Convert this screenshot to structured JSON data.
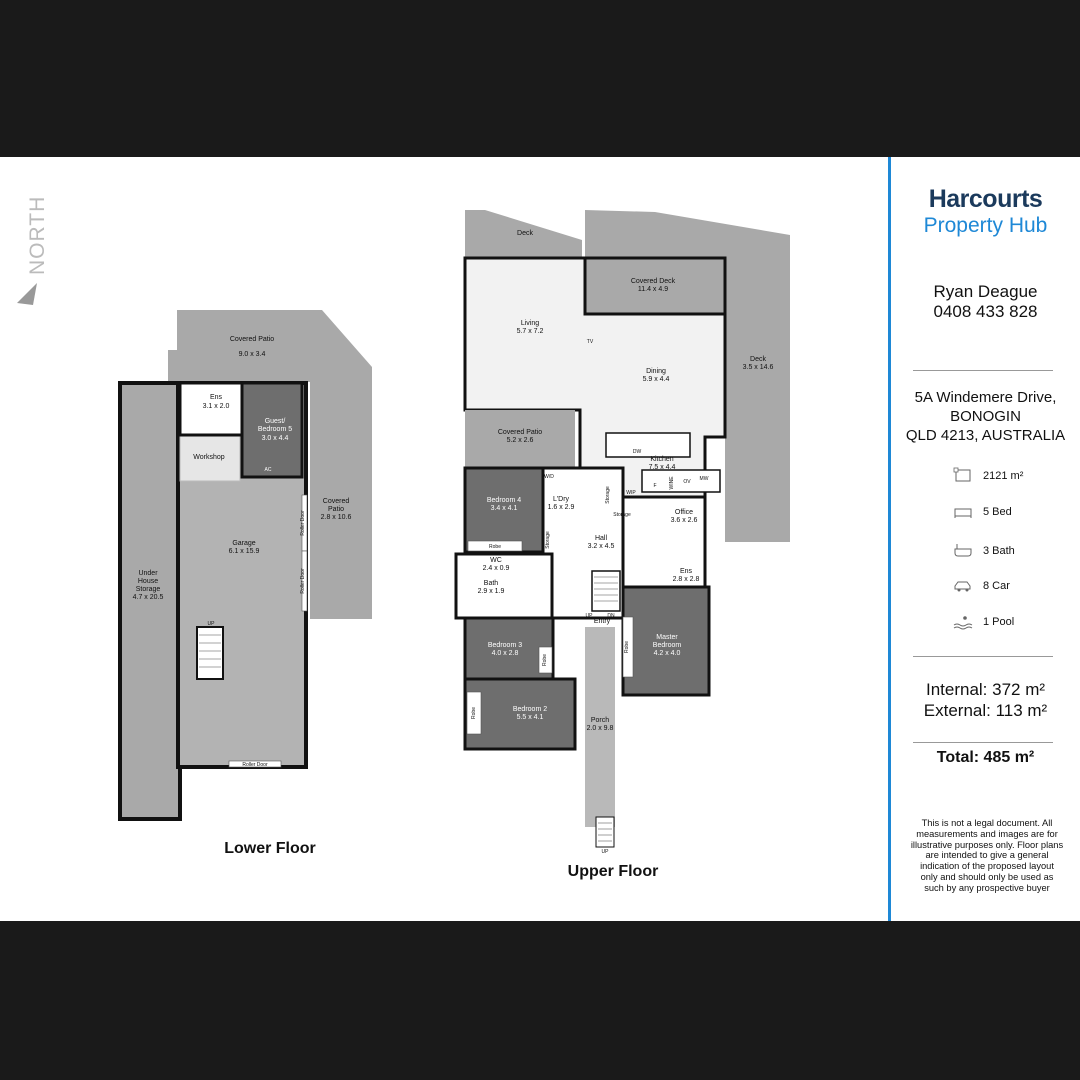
{
  "compass": {
    "label": "NORTH"
  },
  "lower_floor": {
    "title": "Lower Floor",
    "rooms": [
      {
        "name": "Covered Patio",
        "dims": "9.0 x 3.4"
      },
      {
        "name": "Ens",
        "dims": "3.1 x 2.0"
      },
      {
        "name": "Guest/",
        "name2": "Bedroom 5",
        "dims": "3.0 x 4.4"
      },
      {
        "name": "Workshop"
      },
      {
        "name": "Garage",
        "dims": "6.1 x 15.9"
      },
      {
        "name": "Under",
        "name2": "House",
        "name3": "Storage",
        "dims": "4.7 x 20.5"
      },
      {
        "name": "Covered",
        "name2": "Patio",
        "dims": "2.8 x 10.6"
      }
    ],
    "labels": {
      "ac": "AC",
      "roller1": "Roller Door",
      "roller2": "Roller Door",
      "roller3": "Roller Door",
      "up": "UP"
    }
  },
  "upper_floor": {
    "title": "Upper Floor",
    "rooms": [
      {
        "name": "Deck"
      },
      {
        "name": "Covered Deck",
        "dims": "11.4 x 4.9"
      },
      {
        "name": "Living",
        "dims": "5.7 x 7.2"
      },
      {
        "name": "Dining",
        "dims": "5.9 x 4.4"
      },
      {
        "name": "Deck",
        "dims": "3.5 x 14.6"
      },
      {
        "name": "Covered Patio",
        "dims": "5.2 x 2.6"
      },
      {
        "name": "Kitchen",
        "dims": "7.5 x 4.4"
      },
      {
        "name": "Bedroom 4",
        "dims": "3.4 x 4.1"
      },
      {
        "name": "L'Dry",
        "dims": "1.6 x 2.9"
      },
      {
        "name": "Office",
        "dims": "3.6 x 2.6"
      },
      {
        "name": "Hall",
        "dims": "3.2 x 4.5"
      },
      {
        "name": "WC",
        "dims": "2.4 x 0.9"
      },
      {
        "name": "Ens",
        "dims": "2.8 x 2.8"
      },
      {
        "name": "Bath",
        "dims": "2.9 x 1.9"
      },
      {
        "name": "Entry"
      },
      {
        "name": "Master",
        "name2": "Bedroom",
        "dims": "4.2 x 4.0"
      },
      {
        "name": "Bedroom 3",
        "dims": "4.0 x 2.8"
      },
      {
        "name": "Bedroom 2",
        "dims": "5.5 x 4.1"
      },
      {
        "name": "Porch",
        "dims": "2.0 x 9.8"
      }
    ],
    "labels": {
      "tv": "TV",
      "wd": "W/D",
      "storage1": "Storage",
      "storage2": "Storage",
      "storage3": "Storage",
      "wip": "WIP",
      "dw": "DW",
      "f": "F",
      "wine": "WINE",
      "ov": "OV",
      "mw": "MW",
      "robe1": "Robe",
      "robe2": "Robe",
      "robe3": "Robe",
      "robe4": "Robe",
      "up1": "UP",
      "dn": "DN",
      "up2": "UP"
    }
  },
  "brand": {
    "line1": "Harcourts",
    "line2": "Property Hub",
    "color_dark": "#1b3a5c",
    "color_accent": "#1e88d6"
  },
  "agent": {
    "name": "Ryan Deague",
    "phone": "0408 433 828"
  },
  "address": {
    "line1": "5A Windemere Drive,",
    "line2": "BONOGIN",
    "line3": "QLD 4213, AUSTRALIA"
  },
  "features": [
    {
      "icon": "land-size-icon",
      "text": "2121 m²"
    },
    {
      "icon": "bed-icon",
      "text": "5 Bed"
    },
    {
      "icon": "bath-icon",
      "text": "3 Bath"
    },
    {
      "icon": "car-icon",
      "text": "8 Car"
    },
    {
      "icon": "pool-icon",
      "text": "1 Pool"
    }
  ],
  "areas": {
    "internal": "Internal: 372 m²",
    "external": "External: 113 m²",
    "total": "Total: 485 m²"
  },
  "disclaimer": [
    "This is not a legal document. All",
    "measurements and images are for",
    "illustrative purposes only. Floor plans",
    "are intended to give a general",
    "indication of the proposed layout",
    "only and should only be used as",
    "such by any prospective buyer"
  ]
}
